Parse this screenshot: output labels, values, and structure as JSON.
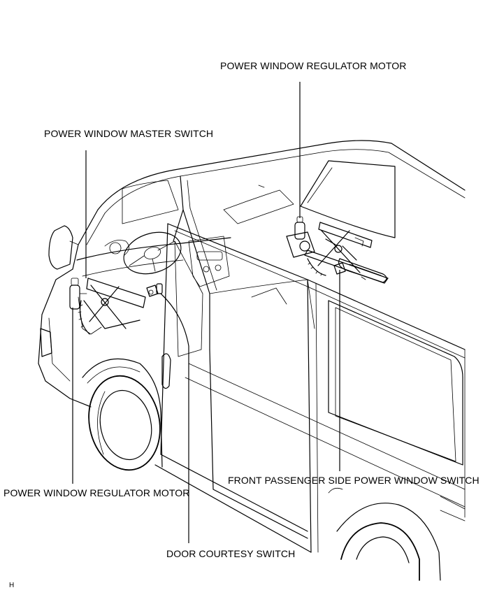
{
  "callouts": {
    "regulator_motor_top": "POWER WINDOW REGULATOR MOTOR",
    "master_switch": "POWER WINDOW MASTER SWITCH",
    "regulator_motor_bottom": "POWER WINDOW REGULATOR MOTOR",
    "passenger_switch": "FRONT PASSENGER SIDE POWER WINDOW SWITCH",
    "door_courtesy_switch": "DOOR COURTESY SWITCH"
  },
  "figure_code": "H"
}
